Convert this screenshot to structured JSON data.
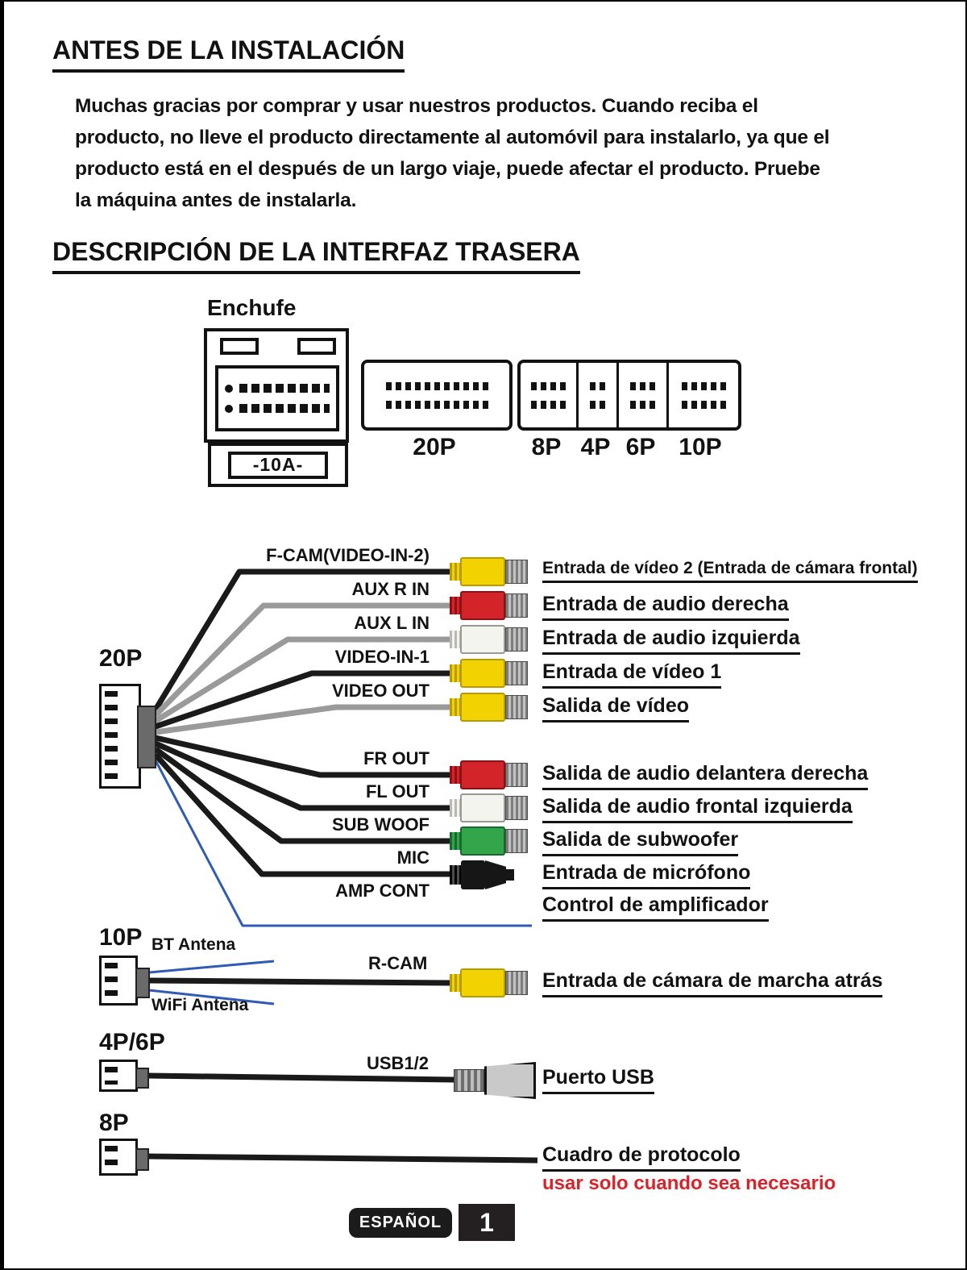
{
  "sections": {
    "before_installation": {
      "title": "ANTES DE LA INSTALACIÓN",
      "lines": [
        "Muchas gracias por comprar y usar nuestros productos. Cuando reciba el",
        "producto, no lleve el producto directamente al automóvil para instalarlo, ya que el",
        "producto está en el después de un largo viaje, puede afectar el producto. Pruebe",
        "la máquina antes de instalarla."
      ]
    },
    "rear_interface": {
      "title": "DESCRIPCIÓN DE LA INTERFAZ TRASERA"
    }
  },
  "connectors_overview": {
    "power": {
      "label": "Enchufe",
      "fuse": "-10A-"
    },
    "plugs": [
      {
        "label": "20P"
      },
      {
        "label": "8P"
      },
      {
        "label": "4P"
      },
      {
        "label": "6P"
      },
      {
        "label": "10P"
      }
    ]
  },
  "harness_20p": {
    "label": "20P",
    "rows": [
      {
        "wire": "F-CAM(VIDEO-IN-2)",
        "connector": "rca-yellow",
        "description": "Entrada de vídeo 2 (Entrada de cámara frontal)"
      },
      {
        "wire": "AUX R IN",
        "connector": "rca-red",
        "description": "Entrada de audio derecha"
      },
      {
        "wire": "AUX L IN",
        "connector": "rca-white",
        "description": "Entrada de audio izquierda"
      },
      {
        "wire": "VIDEO-IN-1",
        "connector": "rca-yellow",
        "description": "Entrada de vídeo 1"
      },
      {
        "wire": "VIDEO OUT",
        "connector": "rca-yellow",
        "description": "Salida de vídeo"
      },
      {
        "wire": "FR OUT",
        "connector": "rca-red",
        "description": "Salida de audio delantera derecha"
      },
      {
        "wire": "FL OUT",
        "connector": "rca-white",
        "description": "Salida de audio frontal izquierda"
      },
      {
        "wire": "SUB WOOF",
        "connector": "rca-green",
        "description": "Salida de subwoofer"
      },
      {
        "wire": "MIC",
        "connector": "jack-black",
        "description": "Entrada de micrófono"
      },
      {
        "wire": "AMP CONT",
        "connector": "none",
        "description": "Control de amplificador"
      }
    ]
  },
  "harness_10p": {
    "label": "10P",
    "bt_antenna": "BT Antena",
    "wifi_antenna": "WiFi Antena",
    "wire": "R-CAM",
    "connector": "rca-yellow",
    "description": "Entrada de cámara de marcha atrás"
  },
  "harness_4p6p": {
    "label": "4P/6P",
    "wire": "USB1/2",
    "connector": "usb",
    "description": "Puerto USB"
  },
  "harness_8p": {
    "label": "8P",
    "description": "Cuadro de protocolo",
    "note": "usar solo cuando sea necesario"
  },
  "footer": {
    "language": "ESPAÑOL",
    "page_number": "1"
  },
  "colors": {
    "rca_yellow": "#f2d200",
    "rca_red": "#d3242a",
    "rca_white": "#f4f4ee",
    "rca_green": "#33a64c",
    "wire_black": "#1a1a1a",
    "wire_gray": "#9a9a9a",
    "wire_blue": "#2f5bb5",
    "note_red": "#d8232a"
  }
}
